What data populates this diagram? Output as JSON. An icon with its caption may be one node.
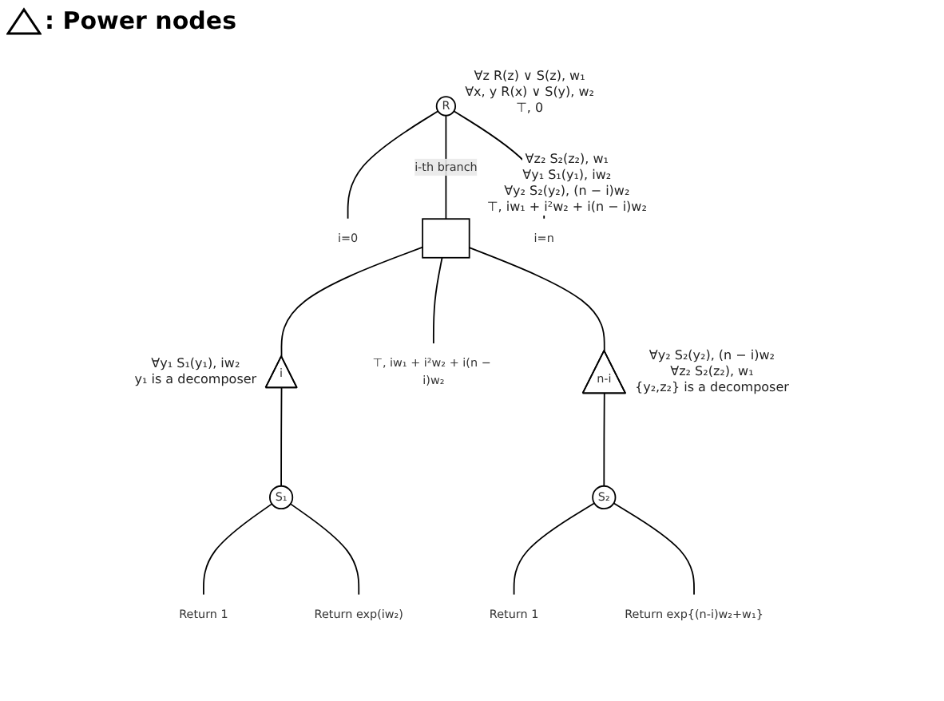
{
  "diagram": {
    "nodes": [
      {
        "text": [
          "R"
        ],
        "beside": [
          "∀z R(z) ∨ S(z), w₁",
          "∀x, y R(x) ∨ S(y), w₂",
          "⊤, 0"
        ]
      },
      {
        "text": [
          "i=0"
        ]
      },
      {
        "text": [],
        "shape": "box",
        "beside": [
          "∀z₂ S₂(z₂), w₁",
          "∀y₁ S₁(y₁), iw₂",
          "∀y₂ S₂(y₂), (n − i)w₂",
          "⊤, iw₁ + i²w₂ + i(n − i)w₂"
        ]
      },
      {
        "text": [
          "i=n"
        ]
      },
      {
        "text": [
          "i"
        ],
        "beside": [
          "∀y₁ S₁(y₁), iw₂",
          "y₁ is a decomposer"
        ]
      },
      {
        "text": [
          "⊤, iw₁ + i²w₂ + i(n − i)w₂"
        ]
      },
      {
        "text": [
          "n-i"
        ],
        "beside": [
          "∀y₂ S₂(y₂), (n − i)w₂",
          "∀z₂ S₂(z₂), w₁",
          "{y₂,z₂} is a decomposer"
        ]
      },
      {
        "text": [
          "S₁"
        ]
      },
      {
        "text": [
          "S₂"
        ]
      },
      {
        "text": [
          "Return 1"
        ]
      },
      {
        "text": [
          "Return exp(iw₂)"
        ]
      },
      {
        "text": [
          "Return 1"
        ]
      },
      {
        "text": [
          "Return exp{(n-i)w₂+w₁}"
        ]
      }
    ],
    "edges": [
      {
        "from": 0,
        "to": 1,
        "arrow": "none"
      },
      {
        "from": 0,
        "to": 2,
        "arrow": "none",
        "label": "i-th branch"
      },
      {
        "from": 0,
        "to": 3,
        "arrow": "none"
      },
      {
        "from": 2,
        "to": 4,
        "arrow": "none"
      },
      {
        "from": 2,
        "to": 5,
        "arrow": "none"
      },
      {
        "from": 2,
        "to": 6,
        "arrow": "none"
      },
      {
        "from": 4,
        "to": 7,
        "arrow": "none"
      },
      {
        "from": 6,
        "to": 8,
        "arrow": "none"
      },
      {
        "from": 7,
        "to": 9,
        "arrow": "none"
      },
      {
        "from": 7,
        "to": 10,
        "arrow": "none"
      },
      {
        "from": 8,
        "to": 11,
        "arrow": "none"
      },
      {
        "from": 8,
        "to": 12,
        "arrow": "none"
      }
    ],
    "legend": [
      {
        "text": ": Power nodes"
      }
    ]
  }
}
